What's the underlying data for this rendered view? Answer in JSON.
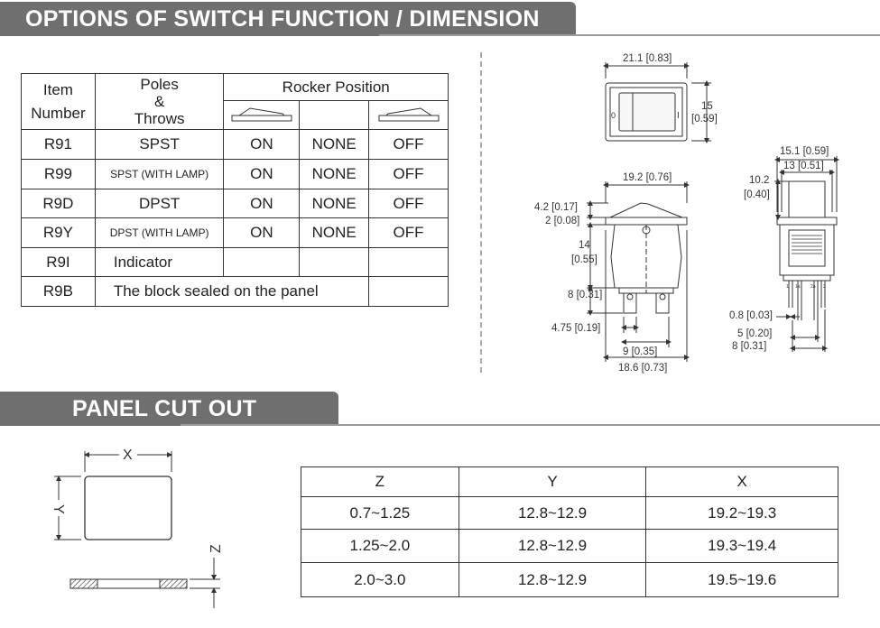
{
  "sections": {
    "options_title": "OPTIONS OF SWITCH FUNCTION / DIMENSION",
    "panel_title": "PANEL CUT OUT"
  },
  "options_table": {
    "headers": {
      "item": [
        "Item",
        "Number"
      ],
      "poles": [
        "Poles",
        "&",
        "Throws"
      ],
      "rocker": "Rocker Position"
    },
    "rows": [
      {
        "item": "R91",
        "poles": "SPST",
        "pos1": "ON",
        "pos2": "NONE",
        "pos3": "OFF"
      },
      {
        "item": "R99",
        "poles": "SPST (WITH LAMP)",
        "pos1": "ON",
        "pos2": "NONE",
        "pos3": "OFF"
      },
      {
        "item": "R9D",
        "poles": "DPST",
        "pos1": "ON",
        "pos2": "NONE",
        "pos3": "OFF"
      },
      {
        "item": "R9Y",
        "poles": "DPST (WITH LAMP)",
        "pos1": "ON",
        "pos2": "NONE",
        "pos3": "OFF"
      },
      {
        "item": "R9I",
        "poles": "Indicator"
      },
      {
        "item": "R9B",
        "poles": "The block sealed on the panel"
      }
    ]
  },
  "dimensions": {
    "top_width": "21.1 [0.83]",
    "top_height": [
      "15",
      "[0.59]"
    ],
    "mark_off": "0",
    "mark_on": "I",
    "front_width": "19.2 [0.76]",
    "rocker_h": "4.2 [0.17]",
    "flange_h": "2 [0.08]",
    "body_h": [
      "14",
      "[0.55]"
    ],
    "pin_h": "8 [0.31]",
    "pin_w": "4.75 [0.19]",
    "pin_pitch": "9 [0.35]",
    "bottom_width": "18.6 [0.73]",
    "side_outer": "15.1 [0.59]",
    "side_inner": "13 [0.51]",
    "side_rocker": [
      "10.2",
      "[0.40]"
    ],
    "side_pin_t": "0.8 [0.03]",
    "side_pin_w1": "5 [0.20]",
    "side_pin_w2": "8 [0.31]",
    "side_pin_labels": [
      "1",
      "1a",
      "2a",
      "2"
    ]
  },
  "panel": {
    "x_label": "X",
    "y_label": "Y",
    "z_label": "Z"
  },
  "cutout_table": {
    "headers": [
      "Z",
      "Y",
      "X"
    ],
    "rows": [
      [
        "0.7~1.25",
        "12.8~12.9",
        "19.2~19.3"
      ],
      [
        "1.25~2.0",
        "12.8~12.9",
        "19.3~19.4"
      ],
      [
        "2.0~3.0",
        "12.8~12.9",
        "19.5~19.6"
      ]
    ]
  }
}
